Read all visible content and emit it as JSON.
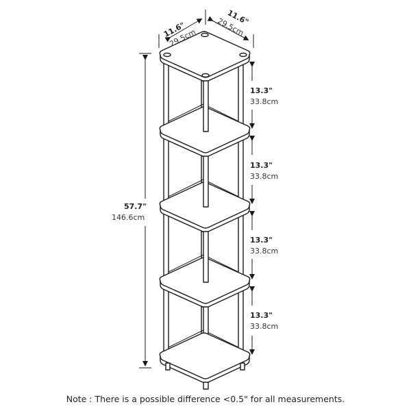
{
  "diagram": {
    "subject": "5-tier square corner shelf with dimension annotations",
    "tiers": 5,
    "colors": {
      "line": "#1a1a1a",
      "fill": "#ffffff",
      "text": "#222222"
    }
  },
  "dimensions": {
    "width_left": {
      "inches": "11.6\"",
      "cm": "29.5cm"
    },
    "width_right": {
      "inches": "11.6\"",
      "cm": "29.5cm"
    },
    "total_height": {
      "inches": "57.7\"",
      "cm": "146.6cm"
    },
    "tier_gaps": [
      {
        "inches": "13.3\"",
        "cm": "33.8cm"
      },
      {
        "inches": "13.3\"",
        "cm": "33.8cm"
      },
      {
        "inches": "13.3\"",
        "cm": "33.8cm"
      },
      {
        "inches": "13.3\"",
        "cm": "33.8cm"
      }
    ]
  },
  "note": "Note : There is a possible difference <0.5\" for all measurements."
}
